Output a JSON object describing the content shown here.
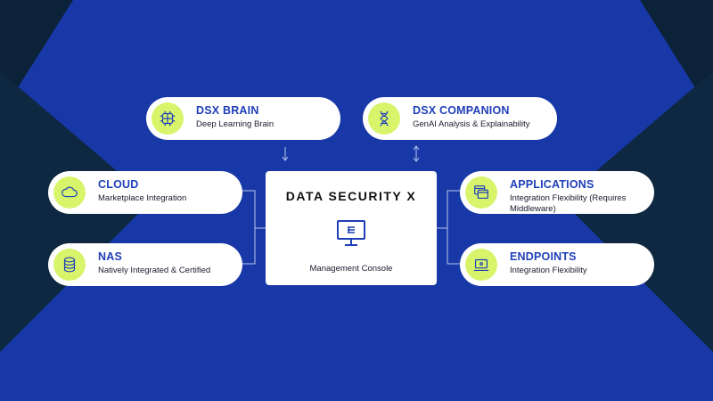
{
  "colors": {
    "background": "#1838a8",
    "background_dark": "#0b2238",
    "accent": "#d8f46a",
    "title_blue": "#1f3fb8",
    "connector": "#b9c6ec"
  },
  "center": {
    "title": "DATA SECURITY X",
    "subtitle": "Management Console",
    "icon": "monitor-icon"
  },
  "top_cards": [
    {
      "title": "DSX BRAIN",
      "subtitle": "Deep Learning Brain",
      "icon": "brain-icon"
    },
    {
      "title": "DSX COMPANION",
      "subtitle": "GenAI Analysis & Explainability",
      "icon": "dna-icon"
    }
  ],
  "left_cards": [
    {
      "title": "CLOUD",
      "subtitle": "Marketplace Integration",
      "icon": "cloud-icon"
    },
    {
      "title": "NAS",
      "subtitle": "Natively Integrated & Certified",
      "icon": "database-icon"
    }
  ],
  "right_cards": [
    {
      "title": "APPLICATIONS",
      "subtitle": "Integration Flexibility (Requires Middleware)",
      "icon": "app-windows-icon"
    },
    {
      "title": "ENDPOINTS",
      "subtitle": "Integration Flexibility",
      "icon": "laptop-icon"
    }
  ],
  "arrows": [
    {
      "from": "DSX BRAIN",
      "direction": "down"
    },
    {
      "from": "DSX COMPANION",
      "direction": "both"
    }
  ]
}
